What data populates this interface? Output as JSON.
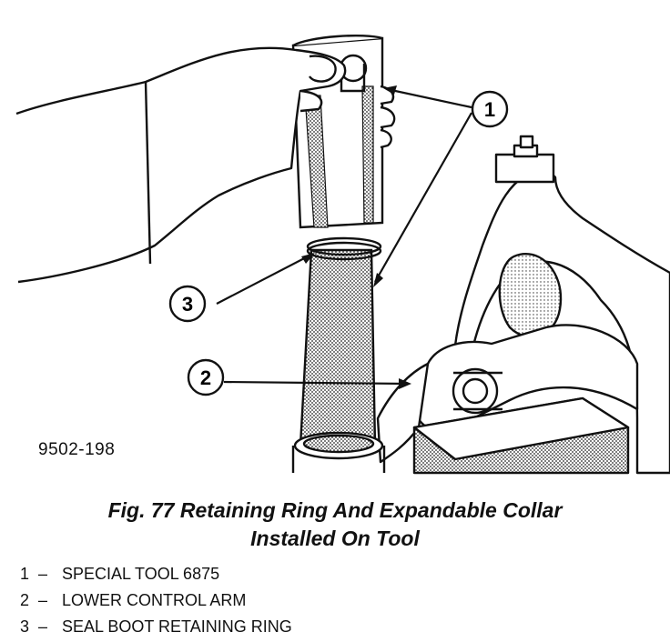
{
  "figure": {
    "id": "9502-198",
    "title_line1": "Fig. 77 Retaining Ring And Expandable Collar",
    "title_line2": "Installed On Tool"
  },
  "callouts": [
    "1",
    "2",
    "3"
  ],
  "legend": [
    {
      "num": "1",
      "dash": "–",
      "text": "SPECIAL TOOL 6875"
    },
    {
      "num": "2",
      "dash": "–",
      "text": "LOWER CONTROL ARM"
    },
    {
      "num": "3",
      "dash": "–",
      "text": "SEAL BOOT RETAINING RING"
    }
  ]
}
